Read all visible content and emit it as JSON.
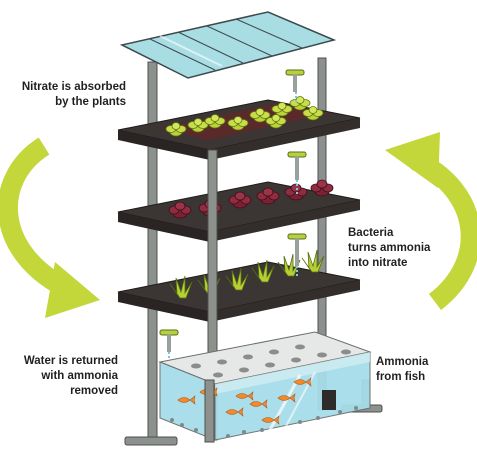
{
  "labels": {
    "nitrate": {
      "line1": "Nitrate is absorbed",
      "line2": "by the plants"
    },
    "bacteria": {
      "line1": "Bacteria",
      "line2": "turns ammonia",
      "line3": "into nitrate"
    },
    "water": {
      "line1": "Water is returned",
      "line2": "with ammonia",
      "line3": "removed"
    },
    "ammonia": {
      "line1": "Ammonia",
      "line2": "from fish"
    }
  },
  "colors": {
    "arrow": "#c3d63a",
    "shelf": "#3b3533",
    "frame": "#8a8f8c",
    "roof": "#a9dde4",
    "lettuce": "#b9d136",
    "red_lettuce": "#7b2332",
    "soil": "#5a2a2a",
    "water": "#9ed9e6",
    "fish": "#f0892a",
    "tank_lid": "#e3e4e4"
  },
  "icons": [
    "curved-arrow-left",
    "curved-arrow-right",
    "shelf-unit",
    "fish-tank",
    "plant-trays"
  ]
}
